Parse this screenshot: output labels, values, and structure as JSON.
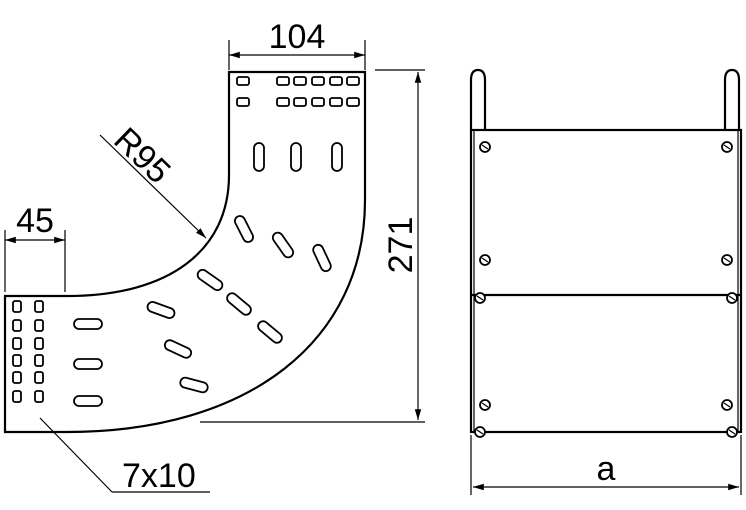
{
  "title": "Cable tray 90° bend dimension drawing",
  "dimensions": {
    "width_top": "104",
    "radius": "R95",
    "side_length": "45",
    "height": "271",
    "hole_size": "7x10",
    "width_var": "a"
  },
  "colors": {
    "line": "#000000",
    "background": "#ffffff"
  }
}
